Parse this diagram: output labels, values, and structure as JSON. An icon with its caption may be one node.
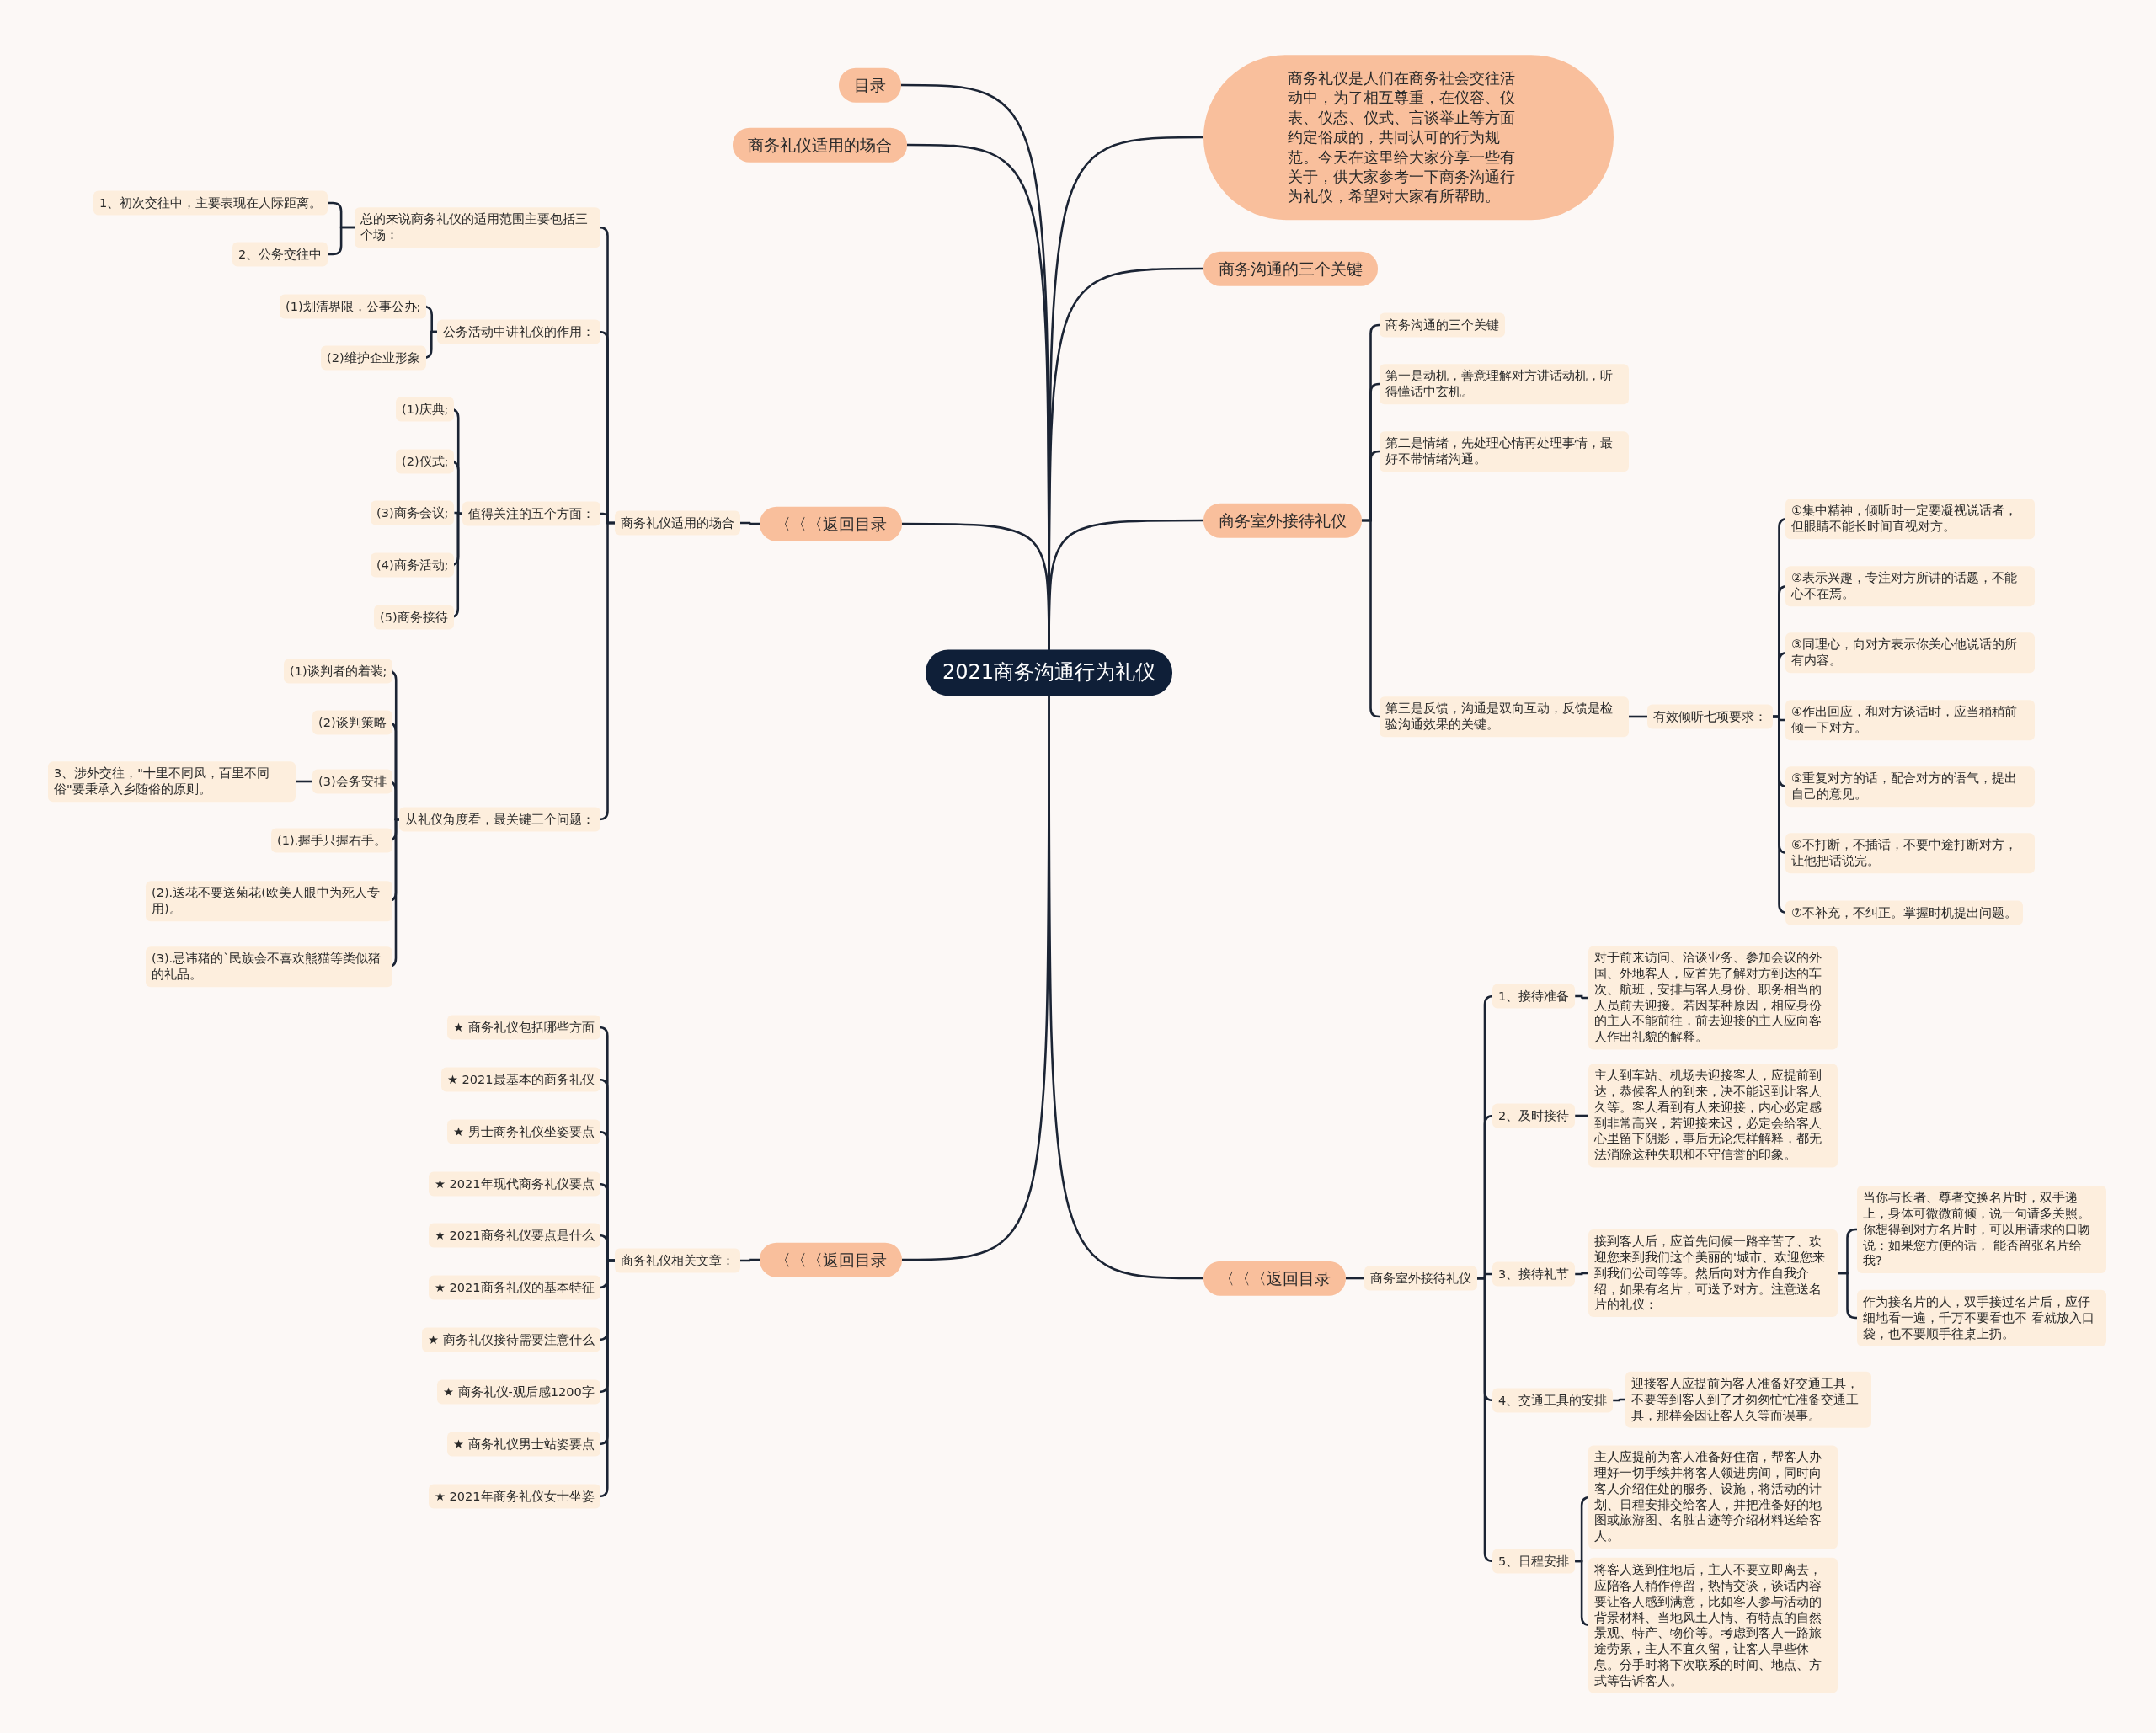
{
  "diagram": {
    "nodes": [
      {
        "text": [
          "2021商务沟通行为礼仪"
        ]
      },
      {
        "text": [
          "目录"
        ]
      },
      {
        "text": [
          "商务礼仪适用的场合"
        ]
      },
      {
        "text": [
          "商务礼仪是人们在商务社会交往活动中，为了相互尊重，在仪容、仪表、仪态、仪式、言谈举止等方面约定俗成的，共同认可的行为规范。今天在这里给大家分享一些有关于，供大家参考一下商务沟通行为礼仪，希望对大家有所帮助。"
        ]
      },
      {
        "text": [
          "商务沟通的三个关键"
        ]
      },
      {
        "text": [
          "商务室外接待礼仪"
        ]
      },
      {
        "text": [
          "商务沟通的三个关键"
        ]
      },
      {
        "text": [
          "第一是动机，善意理解对方讲话动机，听得懂话中玄机。"
        ]
      },
      {
        "text": [
          "第二是情绪，先处理心情再处理事情，最好不带情绪沟通。"
        ]
      },
      {
        "text": [
          "第三是反馈，沟通是双向互动，反馈是检验沟通效果的关键。"
        ]
      },
      {
        "text": [
          "有效倾听七项要求："
        ]
      },
      {
        "text": [
          "①集中精神，倾听时一定要凝视说话者，但眼睛不能长时间直视对方。"
        ]
      },
      {
        "text": [
          "②表示兴趣，专注对方所讲的话题，不能心不在焉。"
        ]
      },
      {
        "text": [
          "③同理心，向对方表示你关心他说话的所有内容。"
        ]
      },
      {
        "text": [
          "④作出回应，和对方谈话时，应当稍稍前倾一下对方。"
        ]
      },
      {
        "text": [
          "⑤重复对方的话，配合对方的语气，提出自己的意见。"
        ]
      },
      {
        "text": [
          "⑥不打断，不插话，不要中途打断对方，让他把话说完。"
        ]
      },
      {
        "text": [
          "⑦不补充，不纠正。掌握时机提出问题。"
        ]
      },
      {
        "text": [
          "〈〈〈返回目录"
        ]
      },
      {
        "text": [
          "商务礼仪适用的场合"
        ]
      },
      {
        "text": [
          "总的来说商务礼仪的适用范围主要包括三个场："
        ]
      },
      {
        "text": [
          "1、初次交往中，主要表现在人际距离。"
        ]
      },
      {
        "text": [
          "2、公务交往中"
        ]
      },
      {
        "text": [
          "公务活动中讲礼仪的作用："
        ]
      },
      {
        "text": [
          "(1)划清界限，公事公办;"
        ]
      },
      {
        "text": [
          "(2)维护企业形象"
        ]
      },
      {
        "text": [
          "值得关注的五个方面："
        ]
      },
      {
        "text": [
          "(1)庆典;"
        ]
      },
      {
        "text": [
          "(2)仪式;"
        ]
      },
      {
        "text": [
          "(3)商务会议;"
        ]
      },
      {
        "text": [
          "(4)商务活动;"
        ]
      },
      {
        "text": [
          "(5)商务接待"
        ]
      },
      {
        "text": [
          "从礼仪角度看，最关键三个问题："
        ]
      },
      {
        "text": [
          "(1)谈判者的着装;"
        ]
      },
      {
        "text": [
          "(2)谈判策略"
        ]
      },
      {
        "text": [
          "(3)会务安排"
        ]
      },
      {
        "text": [
          "3、涉外交往，\"十里不同风，百里不同俗\"要秉承入乡随俗的原则。"
        ]
      },
      {
        "text": [
          "(1).握手只握右手。"
        ]
      },
      {
        "text": [
          "(2).送花不要送菊花(欧美人眼中为死人专用)。"
        ]
      },
      {
        "text": [
          "(3).忌讳猪的`民族会不喜欢熊猫等类似猪的礼品。"
        ]
      },
      {
        "text": [
          "〈〈〈返回目录"
        ]
      },
      {
        "text": [
          "商务礼仪相关文章："
        ]
      },
      {
        "text": [
          "★ 商务礼仪包括哪些方面"
        ]
      },
      {
        "text": [
          "★ 2021最基本的商务礼仪"
        ]
      },
      {
        "text": [
          "★ 男士商务礼仪坐姿要点"
        ]
      },
      {
        "text": [
          "★ 2021年现代商务礼仪要点"
        ]
      },
      {
        "text": [
          "★ 2021商务礼仪要点是什么"
        ]
      },
      {
        "text": [
          "★ 2021商务礼仪的基本特征"
        ]
      },
      {
        "text": [
          "★ 商务礼仪接待需要注意什么"
        ]
      },
      {
        "text": [
          "★ 商务礼仪-观后感1200字"
        ]
      },
      {
        "text": [
          "★ 商务礼仪男士站姿要点"
        ]
      },
      {
        "text": [
          "★ 2021年商务礼仪女士坐姿"
        ]
      },
      {
        "text": [
          "〈〈〈返回目录"
        ]
      },
      {
        "text": [
          "商务室外接待礼仪"
        ]
      },
      {
        "text": [
          "1、接待准备"
        ]
      },
      {
        "text": [
          "对于前来访问、洽谈业务、参加会议的外国、外地客人，应首先了解对方到达的车次、航班，安排与客人身份、职务相当的人员前去迎接。若因某种原因，相应身份的主人不能前往，前去迎接的主人应向客人作出礼貌的解释。"
        ]
      },
      {
        "text": [
          "2、及时接待"
        ]
      },
      {
        "text": [
          "主人到车站、机场去迎接客人，应提前到达，恭候客人的到来，决不能迟到让客人久等。客人看到有人来迎接，内心必定感到非常高兴，若迎接来迟，必定会给客人心里留下阴影，事后无论怎样解释，都无法消除这种失职和不守信誉的印象。"
        ]
      },
      {
        "text": [
          "3、接待礼节"
        ]
      },
      {
        "text": [
          "接到客人后，应首先问候一路辛苦了、欢迎您来到我们这个美丽的'城市、欢迎您来到我们公司等等。然后向对方作自我介绍，如果有名片，可送予对方。注意送名片的礼仪："
        ]
      },
      {
        "text": [
          "当你与长者、尊者交换名片时，双手递上，身体可微微前倾，说一句请多关照。你想得到对方名片时，可以用请求的口吻说：如果您方便的话， 能否留张名片给我?"
        ]
      },
      {
        "text": [
          "作为接名片的人，双手接过名片后，应仔细地看一遍，千万不要看也不 看就放入口袋，也不要顺手往桌上扔。"
        ]
      },
      {
        "text": [
          "4、交通工具的安排"
        ]
      },
      {
        "text": [
          "迎接客人应提前为客人准备好交通工具，不要等到客人到了才匆匆忙忙准备交通工具，那样会因让客人久等而误事。"
        ]
      },
      {
        "text": [
          "5、日程安排"
        ]
      },
      {
        "text": [
          "主人应提前为客人准备好住宿，帮客人办理好一切手续并将客人领进房间，同时向客人介绍住处的服务、设施，将活动的计划、日程安排交给客人，并把准备好的地图或旅游图、名胜古迹等介绍材料送给客人。"
        ]
      },
      {
        "text": [
          "将客人送到住地后，主人不要立即离去，应陪客人稍作停留，热情交谈，谈话内容要让客人感到满意，比如客人参与活动的背景材料、当地风土人情、有特点的自然景观、特产、物价等。考虑到客人一路旅途劳累，主人不宜久留，让客人早些休息。分手时将下次联系的时间、地点、方式等告诉客人。"
        ]
      }
    ],
    "edges": [
      {
        "from": 0,
        "to": 1,
        "arrow": "none"
      },
      {
        "from": 0,
        "to": 2,
        "arrow": "none"
      },
      {
        "from": 0,
        "to": 3,
        "arrow": "none"
      },
      {
        "from": 0,
        "to": 4,
        "arrow": "none"
      },
      {
        "from": 0,
        "to": 5,
        "arrow": "none"
      },
      {
        "from": 0,
        "to": 18,
        "arrow": "none"
      },
      {
        "from": 0,
        "to": 40,
        "arrow": "none"
      },
      {
        "from": 0,
        "to": 52,
        "arrow": "none"
      },
      {
        "from": 5,
        "to": 6,
        "arrow": "none"
      },
      {
        "from": 5,
        "to": 7,
        "arrow": "none"
      },
      {
        "from": 5,
        "to": 8,
        "arrow": "none"
      },
      {
        "from": 5,
        "to": 9,
        "arrow": "none"
      },
      {
        "from": 9,
        "to": 10,
        "arrow": "none"
      },
      {
        "from": 10,
        "to": 11,
        "arrow": "none"
      },
      {
        "from": 10,
        "to": 12,
        "arrow": "none"
      },
      {
        "from": 10,
        "to": 13,
        "arrow": "none"
      },
      {
        "from": 10,
        "to": 14,
        "arrow": "none"
      },
      {
        "from": 10,
        "to": 15,
        "arrow": "none"
      },
      {
        "from": 10,
        "to": 16,
        "arrow": "none"
      },
      {
        "from": 10,
        "to": 17,
        "arrow": "none"
      },
      {
        "from": 18,
        "to": 19,
        "arrow": "none"
      },
      {
        "from": 19,
        "to": 20,
        "arrow": "none"
      },
      {
        "from": 19,
        "to": 23,
        "arrow": "none"
      },
      {
        "from": 19,
        "to": 26,
        "arrow": "none"
      },
      {
        "from": 19,
        "to": 32,
        "arrow": "none"
      },
      {
        "from": 20,
        "to": 21,
        "arrow": "none"
      },
      {
        "from": 20,
        "to": 22,
        "arrow": "none"
      },
      {
        "from": 23,
        "to": 24,
        "arrow": "none"
      },
      {
        "from": 23,
        "to": 25,
        "arrow": "none"
      },
      {
        "from": 26,
        "to": 27,
        "arrow": "none"
      },
      {
        "from": 26,
        "to": 28,
        "arrow": "none"
      },
      {
        "from": 26,
        "to": 29,
        "arrow": "none"
      },
      {
        "from": 26,
        "to": 30,
        "arrow": "none"
      },
      {
        "from": 26,
        "to": 31,
        "arrow": "none"
      },
      {
        "from": 32,
        "to": 33,
        "arrow": "none"
      },
      {
        "from": 32,
        "to": 34,
        "arrow": "none"
      },
      {
        "from": 32,
        "to": 35,
        "arrow": "none"
      },
      {
        "from": 32,
        "to": 37,
        "arrow": "none"
      },
      {
        "from": 32,
        "to": 38,
        "arrow": "none"
      },
      {
        "from": 32,
        "to": 39,
        "arrow": "none"
      },
      {
        "from": 35,
        "to": 36,
        "arrow": "none"
      },
      {
        "from": 40,
        "to": 41,
        "arrow": "none"
      },
      {
        "from": 41,
        "to": 42,
        "arrow": "none"
      },
      {
        "from": 41,
        "to": 43,
        "arrow": "none"
      },
      {
        "from": 41,
        "to": 44,
        "arrow": "none"
      },
      {
        "from": 41,
        "to": 45,
        "arrow": "none"
      },
      {
        "from": 41,
        "to": 46,
        "arrow": "none"
      },
      {
        "from": 41,
        "to": 47,
        "arrow": "none"
      },
      {
        "from": 41,
        "to": 48,
        "arrow": "none"
      },
      {
        "from": 41,
        "to": 49,
        "arrow": "none"
      },
      {
        "from": 41,
        "to": 50,
        "arrow": "none"
      },
      {
        "from": 41,
        "to": 51,
        "arrow": "none"
      },
      {
        "from": 52,
        "to": 53,
        "arrow": "none"
      },
      {
        "from": 53,
        "to": 54,
        "arrow": "none"
      },
      {
        "from": 53,
        "to": 56,
        "arrow": "none"
      },
      {
        "from": 53,
        "to": 58,
        "arrow": "none"
      },
      {
        "from": 53,
        "to": 62,
        "arrow": "none"
      },
      {
        "from": 53,
        "to": 64,
        "arrow": "none"
      },
      {
        "from": 54,
        "to": 55,
        "arrow": "none"
      },
      {
        "from": 56,
        "to": 57,
        "arrow": "none"
      },
      {
        "from": 58,
        "to": 59,
        "arrow": "none"
      },
      {
        "from": 59,
        "to": 60,
        "arrow": "none"
      },
      {
        "from": 59,
        "to": 61,
        "arrow": "none"
      },
      {
        "from": 62,
        "to": 63,
        "arrow": "none"
      },
      {
        "from": 64,
        "to": 65,
        "arrow": "none"
      },
      {
        "from": 64,
        "to": 66,
        "arrow": "none"
      }
    ]
  }
}
